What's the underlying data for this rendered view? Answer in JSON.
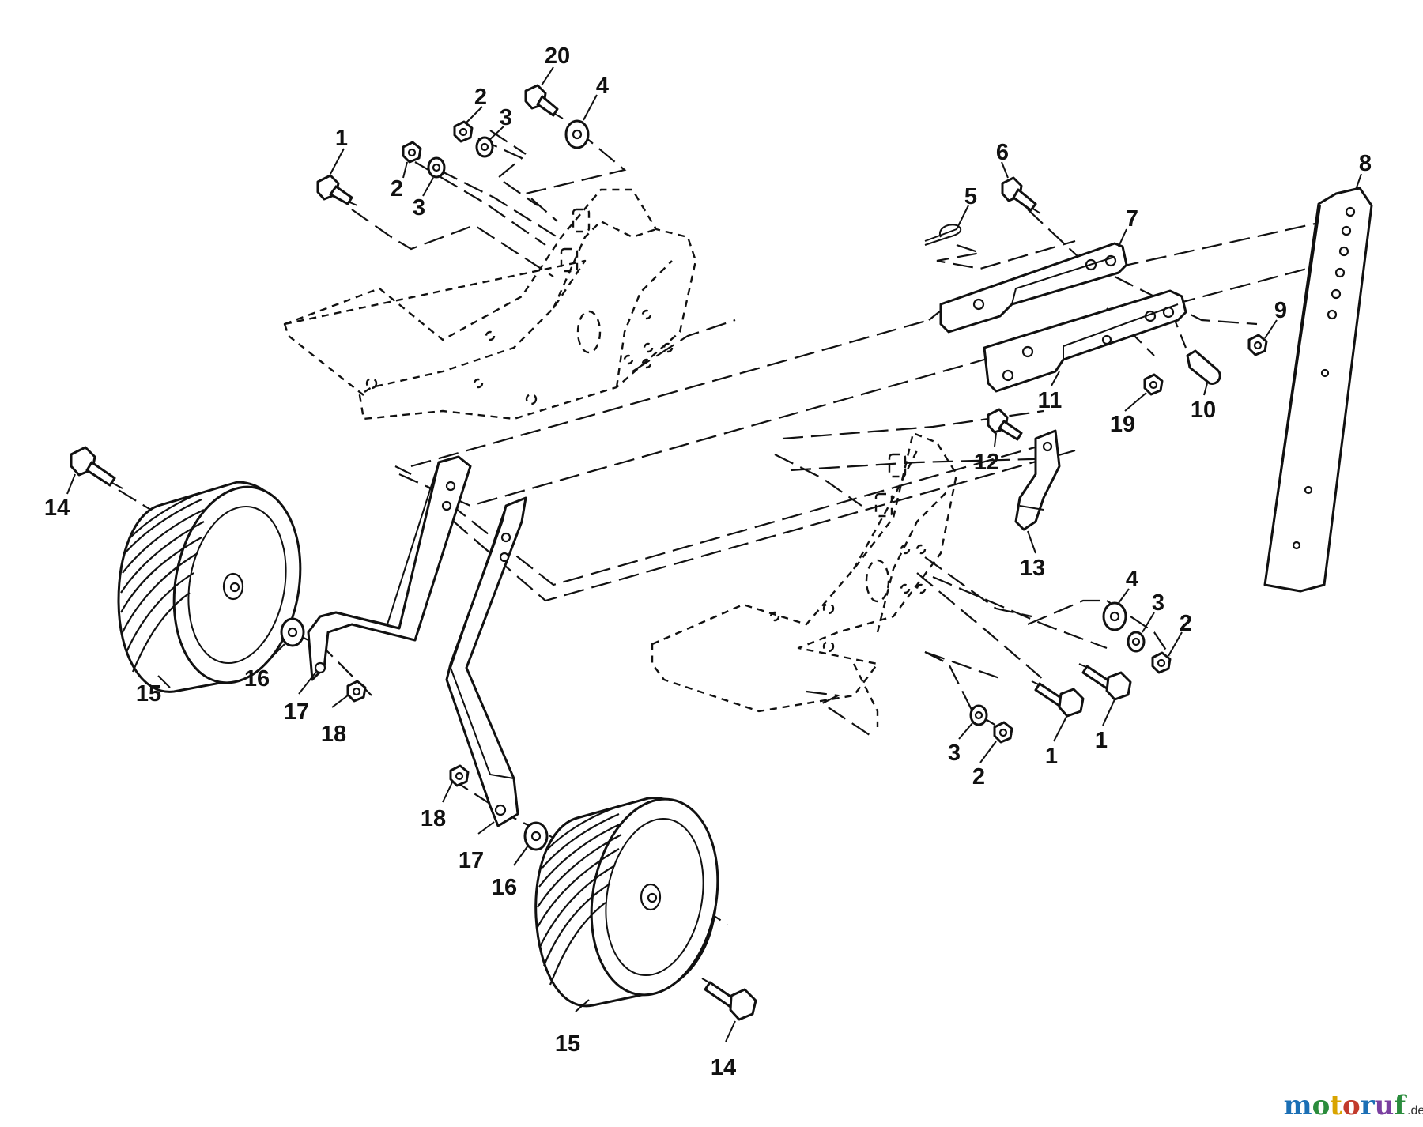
{
  "callouts": {
    "c1a": "1",
    "c2a": "2",
    "c3a": "3",
    "c2b": "2",
    "c3b": "3",
    "c20": "20",
    "c4a": "4",
    "c6": "6",
    "c5": "5",
    "c7": "7",
    "c8": "8",
    "c9": "9",
    "c10": "10",
    "c11": "11",
    "c19": "19",
    "c12": "12",
    "c13": "13",
    "c14a": "14",
    "c15a": "15",
    "c16a": "16",
    "c17a": "17",
    "c18a": "18",
    "c4b": "4",
    "c3c": "3",
    "c2c": "2",
    "c1b": "1",
    "c1c": "1",
    "c3d": "3",
    "c2d": "2",
    "c18b": "18",
    "c17b": "17",
    "c16b": "16",
    "c15b": "15",
    "c14b": "14"
  },
  "watermark": {
    "text_main": "motoruf",
    "text_suffix": ".de",
    "letter_colors": [
      "#1b6fb5",
      "#2a8c3c",
      "#d9a400",
      "#c23a2b",
      "#1b6fb5",
      "#7a3fa0",
      "#2a8c3c"
    ]
  }
}
